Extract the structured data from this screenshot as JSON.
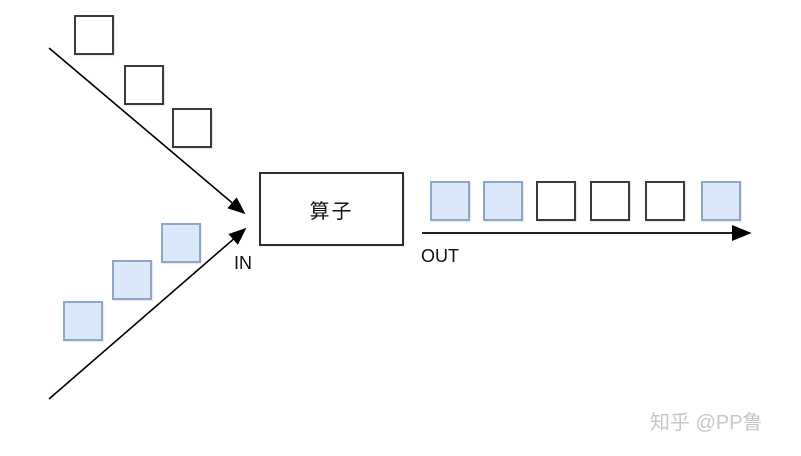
{
  "diagram": {
    "operator": {
      "label": "算子"
    },
    "labels": {
      "in": "IN",
      "out": "OUT"
    },
    "watermark": "知乎 @PP鲁",
    "colors": {
      "white_square_fill": "#ffffff",
      "white_square_border": "#3b3b3b",
      "blue_square_fill": "#dbe8fa",
      "blue_square_border": "#8ea6c8",
      "arrow": "#000000",
      "watermark_text": "#c7c7c7"
    },
    "input_stream_top": {
      "square_type": "white",
      "count": 3
    },
    "input_stream_bottom": {
      "square_type": "blue",
      "count": 3
    },
    "output_sequence": [
      "blue",
      "blue",
      "white",
      "white",
      "white",
      "blue"
    ]
  }
}
